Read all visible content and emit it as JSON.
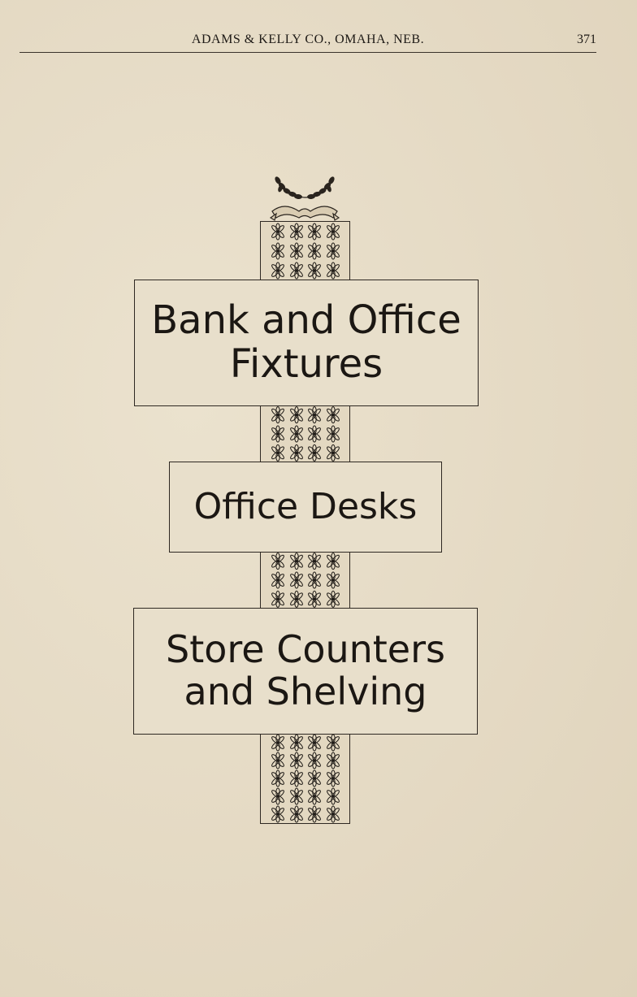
{
  "header": {
    "running_head": "ADAMS & KELLY CO., OMAHA, NEB.",
    "page_number": "371"
  },
  "panels": [
    {
      "lines": [
        "Bank and Office",
        "Fixtures"
      ]
    },
    {
      "lines": [
        "Office Desks"
      ]
    },
    {
      "lines": [
        "Store Counters",
        "and Shelving"
      ]
    }
  ],
  "decoration": {
    "top_ornament": "laurel-wreath-ribbon",
    "column_motif": "leaf-icon",
    "ink_color": "#1e1a16",
    "paper_color": "#e6dcc7"
  }
}
